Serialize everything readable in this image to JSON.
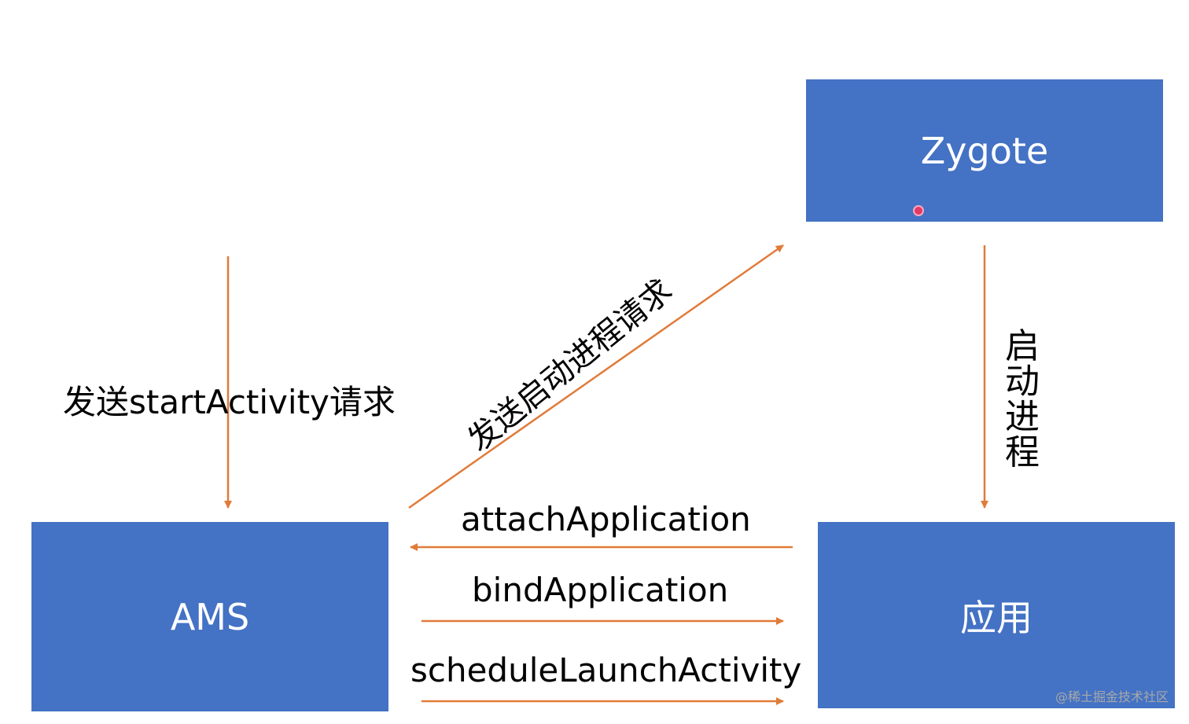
{
  "nodes": {
    "zygote": "Zygote",
    "ams": "AMS",
    "app": "应用"
  },
  "edges": {
    "send_start_activity": "发送startActivity请求",
    "send_start_process": "发送启动进程请求",
    "start_process": "启动进程",
    "attach_application": "attachApplication",
    "bind_application": "bindApplication",
    "schedule_launch_activity": "scheduleLaunchActivity"
  },
  "watermark": "@稀土掘金技术社区",
  "colors": {
    "box_fill": "#4472c4",
    "box_text": "#ffffff",
    "arrow": "#e07b39",
    "text": "#000000"
  }
}
